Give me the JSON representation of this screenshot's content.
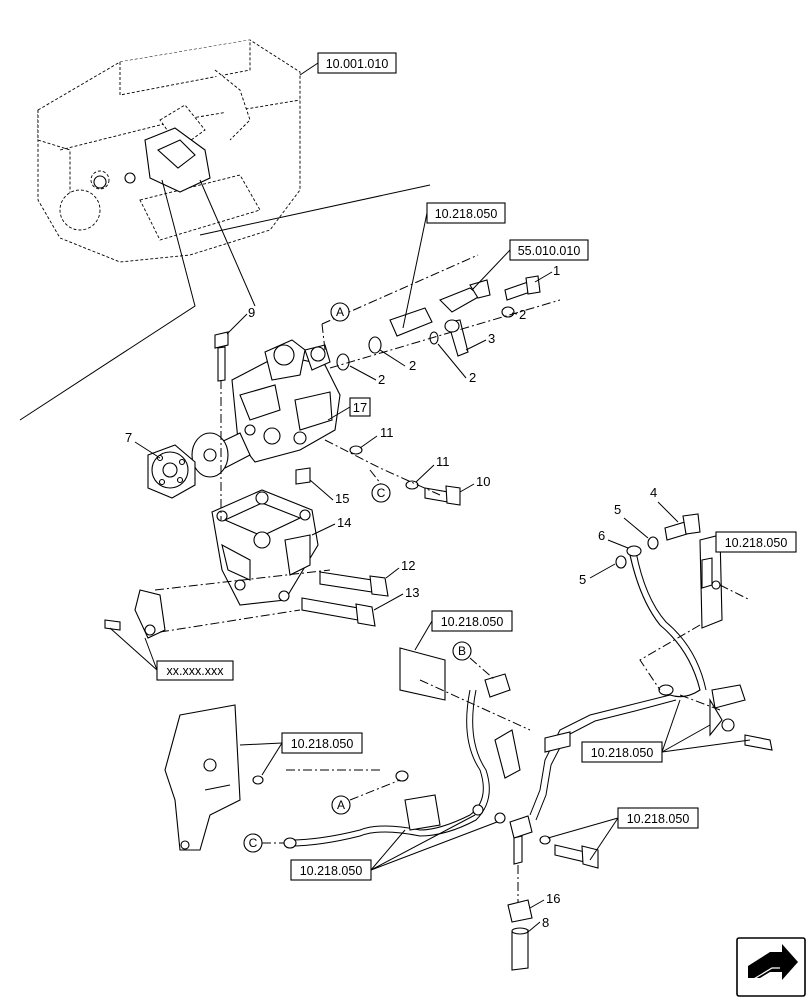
{
  "refs": {
    "engine": "10.001.010",
    "pipe_top": "10.218.050",
    "sensor": "55.010.010",
    "bracket_right": "10.218.050",
    "bracket_mid": "10.218.050",
    "bracket_left": "10.218.050",
    "pipe_right": "10.218.050",
    "banjo_right": "10.218.050",
    "pipe_bottom": "10.218.050",
    "xx": "xx.xxx.xxx"
  },
  "parts": {
    "p1": "1",
    "p2a": "2",
    "p2b": "2",
    "p2c": "2",
    "p2d": "2",
    "p3": "3",
    "p4": "4",
    "p5a": "5",
    "p5b": "5",
    "p6": "6",
    "p7": "7",
    "p8": "8",
    "p9": "9",
    "p10": "10",
    "p11a": "11",
    "p11b": "11",
    "p12": "12",
    "p13": "13",
    "p14": "14",
    "p15": "15",
    "p16": "16",
    "p17": "17"
  },
  "markers": {
    "a_top": "A",
    "a_bottom": "A",
    "b": "B",
    "c_top": "C",
    "c_bottom": "C"
  },
  "icons": {
    "nav": "next-page-arrow-icon"
  }
}
